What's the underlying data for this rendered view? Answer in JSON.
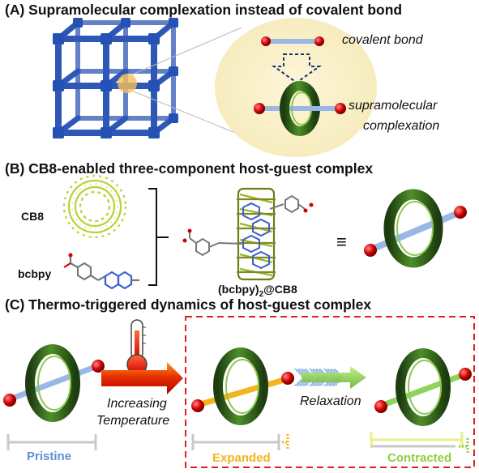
{
  "panel_a": {
    "title": "(A) Supramolecular complexation instead of covalent bond",
    "covalent_label": "covalent bond",
    "supra_label_1": "supramolecular",
    "supra_label_2": "complexation"
  },
  "panel_b": {
    "title": "(B) CB8-enabled three-component host-guest complex",
    "cb8_label": "CB8",
    "bcbpy_label": "bcbpy",
    "complex_label_main": "(bcbpy)",
    "complex_label_sub": "2",
    "complex_label_tail": "@CB8",
    "equiv_symbol": "≡"
  },
  "panel_c": {
    "title": "(C) Thermo-triggered dynamics of host-guest complex",
    "increasing_1": "Increasing",
    "increasing_2": "Temperature",
    "relaxation": "Relaxation",
    "states": [
      "Pristine",
      "Expanded",
      "Contracted"
    ]
  },
  "colors": {
    "frame_blue": "#2f57b5",
    "ring_green": "#3d7a22",
    "host_lime": "#b8d232",
    "axle_blue": "#9bb7e6",
    "axle_orange": "#f2b51d",
    "axle_green": "#8ed35a",
    "red_ball": "#d20000",
    "dashed_box": "#e02020",
    "pristine_text": "#5b8fd6",
    "expanded_text": "#f2b51d",
    "contracted_text": "#8ccf3c"
  }
}
